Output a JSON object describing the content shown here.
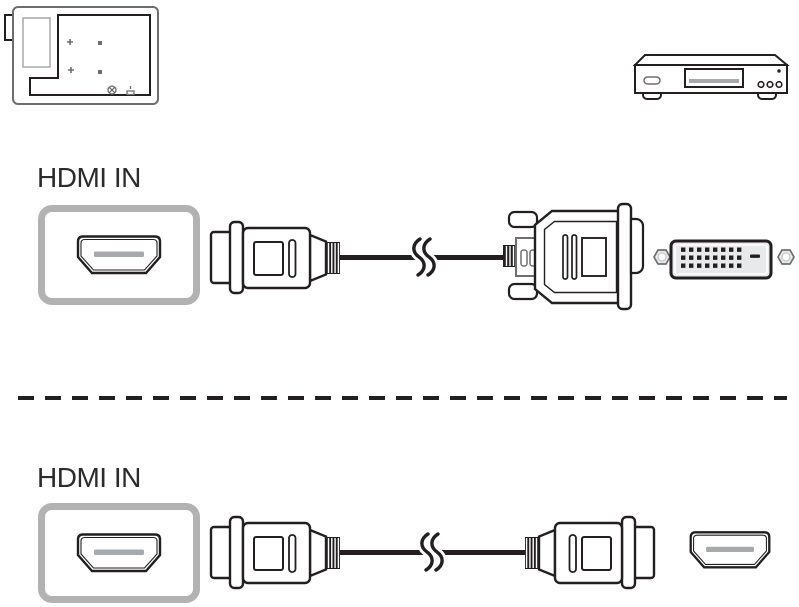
{
  "page": {
    "kind": "cable-connection-diagram",
    "background": "#ffffff"
  },
  "devices": {
    "left": "display-back-panel",
    "right": "media-player"
  },
  "sections": [
    {
      "port_label": "HDMI IN",
      "connection": "hdmi-to-dvi-cable",
      "target": "dvi-port"
    },
    {
      "port_label": "HDMI IN",
      "connection": "hdmi-to-hdmi-cable",
      "target": "hdmi-port"
    }
  ],
  "colors": {
    "line": "#231f20",
    "mid_gray": "#6d6e71",
    "light_gray": "#a7a9ac",
    "box_gray": "#b2b2b2",
    "dvi_fill": "#e8e9ea"
  }
}
